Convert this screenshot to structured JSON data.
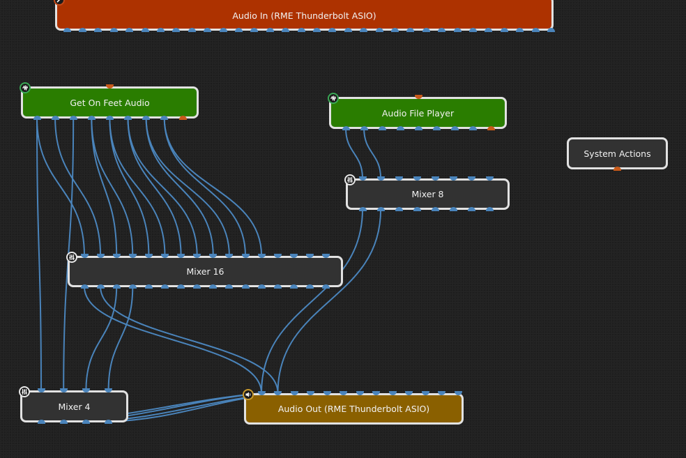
{
  "canvas": {
    "background": "#212121"
  },
  "colors": {
    "wire": "#4a84bb",
    "port_audio": "#4a84bb",
    "port_control": "#c85a1a",
    "node_border": "#e2e2e2",
    "audio_in_fill": "#ad3200",
    "source_fill": "#2a7d00",
    "mixer_fill": "#323232",
    "audio_out_fill": "#8a6000",
    "system_fill": "#323232"
  },
  "nodes": [
    {
      "id": "audio-in",
      "label": "Audio In (RME Thunderbolt ASIO)",
      "kind": "audio-in",
      "icon": "pencil-icon",
      "outputs": 32,
      "inputs": 0
    },
    {
      "id": "get-on-feet",
      "label": "Get On Feet Audio",
      "kind": "source",
      "icon": "waveform-icon",
      "outputs": 8,
      "inputs": 0
    },
    {
      "id": "audio-file-player",
      "label": "Audio File Player",
      "kind": "source",
      "icon": "waveform-icon",
      "outputs": 8,
      "inputs": 0
    },
    {
      "id": "system-actions",
      "label": "System Actions",
      "kind": "system",
      "icon": null,
      "outputs": 0,
      "inputs": 0
    },
    {
      "id": "mixer-8",
      "label": "Mixer 8",
      "kind": "mixer",
      "icon": "mixer-sliders-icon",
      "outputs": 8,
      "inputs": 8
    },
    {
      "id": "mixer-16",
      "label": "Mixer 16",
      "kind": "mixer",
      "icon": "mixer-sliders-icon",
      "outputs": 16,
      "inputs": 16
    },
    {
      "id": "mixer-4",
      "label": "Mixer 4",
      "kind": "mixer",
      "icon": "mixer-sliders-icon",
      "outputs": 4,
      "inputs": 4
    },
    {
      "id": "audio-out",
      "label": "Audio Out (RME Thunderbolt ASIO)",
      "kind": "audio-out",
      "icon": "speaker-icon",
      "outputs": 0,
      "inputs": 13
    }
  ],
  "connections": [
    {
      "from": "get-on-feet",
      "out": 0,
      "to": "mixer-4",
      "in": 0
    },
    {
      "from": "get-on-feet",
      "out": 0,
      "to": "mixer-16",
      "in": 0
    },
    {
      "from": "get-on-feet",
      "out": 1,
      "to": "mixer-16",
      "in": 1
    },
    {
      "from": "get-on-feet",
      "out": 2,
      "to": "mixer-4",
      "in": 1
    },
    {
      "from": "get-on-feet",
      "out": 3,
      "to": "mixer-16",
      "in": 2
    },
    {
      "from": "get-on-feet",
      "out": 3,
      "to": "mixer-16",
      "in": 3
    },
    {
      "from": "get-on-feet",
      "out": 4,
      "to": "mixer-16",
      "in": 4
    },
    {
      "from": "get-on-feet",
      "out": 4,
      "to": "mixer-16",
      "in": 5
    },
    {
      "from": "get-on-feet",
      "out": 5,
      "to": "mixer-16",
      "in": 6
    },
    {
      "from": "get-on-feet",
      "out": 5,
      "to": "mixer-16",
      "in": 7
    },
    {
      "from": "get-on-feet",
      "out": 6,
      "to": "mixer-16",
      "in": 8
    },
    {
      "from": "get-on-feet",
      "out": 6,
      "to": "mixer-16",
      "in": 9
    },
    {
      "from": "get-on-feet",
      "out": 7,
      "to": "mixer-16",
      "in": 10
    },
    {
      "from": "get-on-feet",
      "out": 7,
      "to": "mixer-16",
      "in": 11
    },
    {
      "from": "audio-file-player",
      "out": 0,
      "to": "mixer-8",
      "in": 0
    },
    {
      "from": "audio-file-player",
      "out": 1,
      "to": "mixer-8",
      "in": 1
    },
    {
      "from": "mixer-8",
      "out": 0,
      "to": "audio-out",
      "in": 0
    },
    {
      "from": "mixer-8",
      "out": 1,
      "to": "audio-out",
      "in": 1
    },
    {
      "from": "mixer-16",
      "out": 0,
      "to": "audio-out",
      "in": 0
    },
    {
      "from": "mixer-16",
      "out": 1,
      "to": "audio-out",
      "in": 1
    },
    {
      "from": "mixer-16",
      "out": 2,
      "to": "mixer-4",
      "in": 2
    },
    {
      "from": "mixer-16",
      "out": 3,
      "to": "mixer-4",
      "in": 3
    },
    {
      "from": "mixer-4",
      "out": 0,
      "to": "audio-out",
      "in": 0
    },
    {
      "from": "mixer-4",
      "out": 1,
      "to": "audio-out",
      "in": 0
    },
    {
      "from": "mixer-4",
      "out": 2,
      "to": "audio-out",
      "in": 1
    },
    {
      "from": "mixer-4",
      "out": 3,
      "to": "audio-out",
      "in": 1
    }
  ]
}
